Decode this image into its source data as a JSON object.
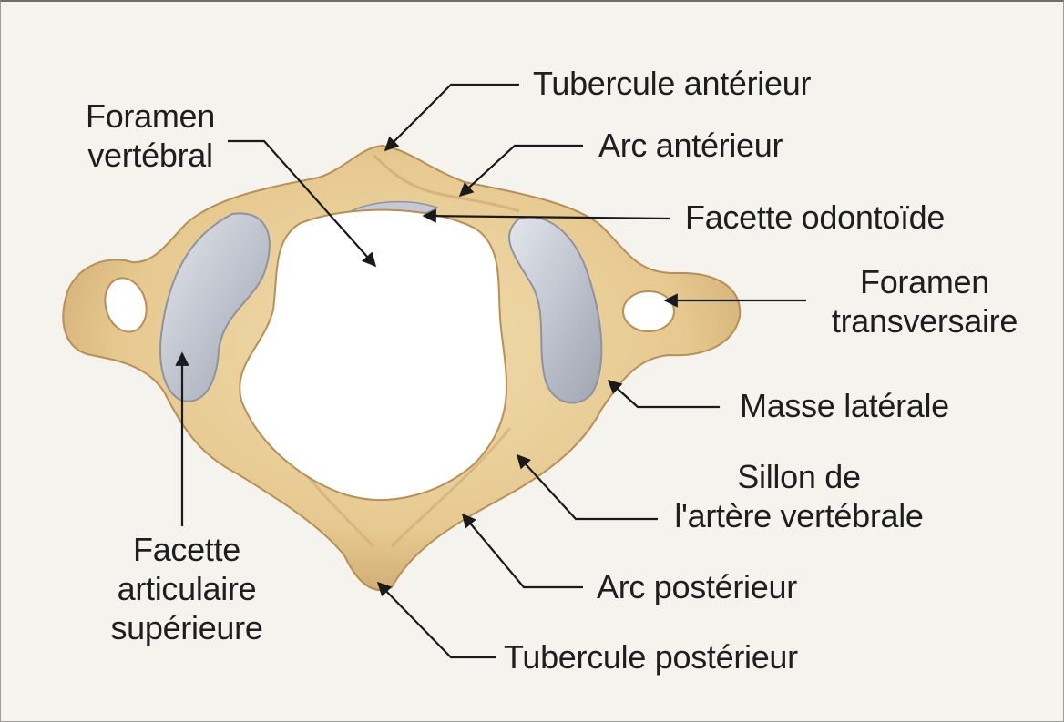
{
  "colors": {
    "background": "#f4f3ed",
    "bone": "#e8cf9e",
    "bone_shadow": "#c9a46a",
    "cartilage": "#c5c9d3",
    "leader": "#1a1a1a"
  },
  "labels": {
    "tubercule_anterieur": "Tubercule antérieur",
    "foramen_vertebral": "Foramen\nvertébral",
    "arc_anterieur": "Arc antérieur",
    "facette_odontoide": "Facette odontoïde",
    "foramen_transversaire": "Foramen\ntransversaire",
    "masse_laterale": "Masse latérale",
    "sillon_artere": "Sillon de\nl'artère vertébrale",
    "facette_articulaire": "Facette\narticulaire\nsupérieure",
    "arc_posterieur": "Arc postérieur",
    "tubercule_posterieur": "Tubercule postérieur"
  }
}
